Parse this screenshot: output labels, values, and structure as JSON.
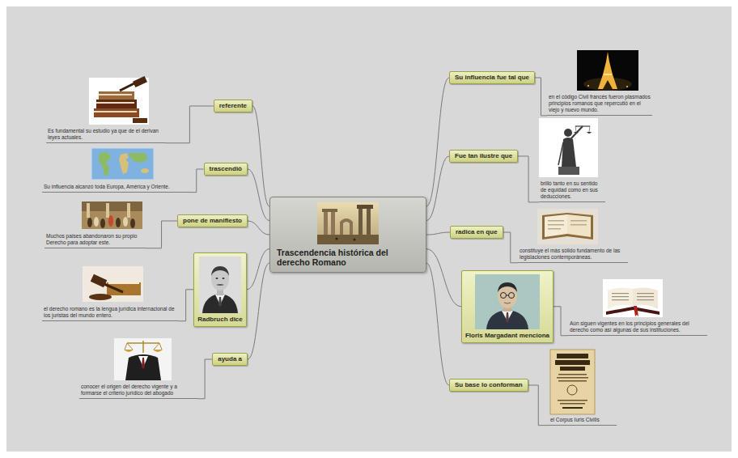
{
  "diagram": {
    "nodes": [
      {
        "text": [
          "Trascendencia histórica del derecho Romano"
        ]
      },
      {
        "text": [
          "referente"
        ]
      },
      {
        "text": [
          "Es fundamental su estudio ya que de el derivan leyes actuales."
        ]
      },
      {
        "text": [
          "trascendió"
        ]
      },
      {
        "text": [
          "Su influencia alcanzó toda Europa, América y Oriente."
        ]
      },
      {
        "text": [
          "pone de manifiesto"
        ]
      },
      {
        "text": [
          "Muchos países abandonaron su propio Derecho para adoptar este."
        ]
      },
      {
        "text": [
          "Radbruch dice"
        ]
      },
      {
        "text": [
          "el derecho romano es la lengua jurídica internacional de los juristas del mundo entero."
        ]
      },
      {
        "text": [
          "ayuda a"
        ]
      },
      {
        "text": [
          "conocer el origen del derecho vigente y a formarse el criterio jurídico del abogado"
        ]
      },
      {
        "text": [
          "Su influencia fue tal que"
        ]
      },
      {
        "text": [
          "en el código Civil francés fueron plasmados principios romanos que repercutió en el viejo y nuevo mundo."
        ]
      },
      {
        "text": [
          "Fue tan ilustre que"
        ]
      },
      {
        "text": [
          "brilló tanto en su sentido de equidad como en sus deducciones."
        ]
      },
      {
        "text": [
          "radica en que"
        ]
      },
      {
        "text": [
          "constituye el más sólido fundamento de las legislaciones contemporáneas."
        ]
      },
      {
        "text": [
          "Floris Margadant menciona"
        ]
      },
      {
        "text": [
          "Aún siguen vigentes en los principios generales del derecho como así algunas de sus instituciones."
        ]
      },
      {
        "text": [
          "Su base lo conforman"
        ]
      },
      {
        "text": [
          "el Corpus Iuris Civilis"
        ]
      }
    ],
    "edges": [
      {
        "from": 0,
        "to": 1,
        "arrow": "none"
      },
      {
        "from": 1,
        "to": 2,
        "arrow": "none"
      },
      {
        "from": 0,
        "to": 3,
        "arrow": "none"
      },
      {
        "from": 3,
        "to": 4,
        "arrow": "none"
      },
      {
        "from": 0,
        "to": 5,
        "arrow": "none"
      },
      {
        "from": 5,
        "to": 6,
        "arrow": "none"
      },
      {
        "from": 0,
        "to": 7,
        "arrow": "none"
      },
      {
        "from": 7,
        "to": 8,
        "arrow": "none"
      },
      {
        "from": 0,
        "to": 9,
        "arrow": "none"
      },
      {
        "from": 9,
        "to": 10,
        "arrow": "none"
      },
      {
        "from": 0,
        "to": 11,
        "arrow": "none"
      },
      {
        "from": 11,
        "to": 12,
        "arrow": "none"
      },
      {
        "from": 0,
        "to": 13,
        "arrow": "none"
      },
      {
        "from": 13,
        "to": 14,
        "arrow": "none"
      },
      {
        "from": 0,
        "to": 15,
        "arrow": "none"
      },
      {
        "from": 15,
        "to": 16,
        "arrow": "none"
      },
      {
        "from": 0,
        "to": 17,
        "arrow": "none"
      },
      {
        "from": 17,
        "to": 18,
        "arrow": "none"
      },
      {
        "from": 0,
        "to": 19,
        "arrow": "none"
      },
      {
        "from": 19,
        "to": 20,
        "arrow": "none"
      }
    ]
  }
}
